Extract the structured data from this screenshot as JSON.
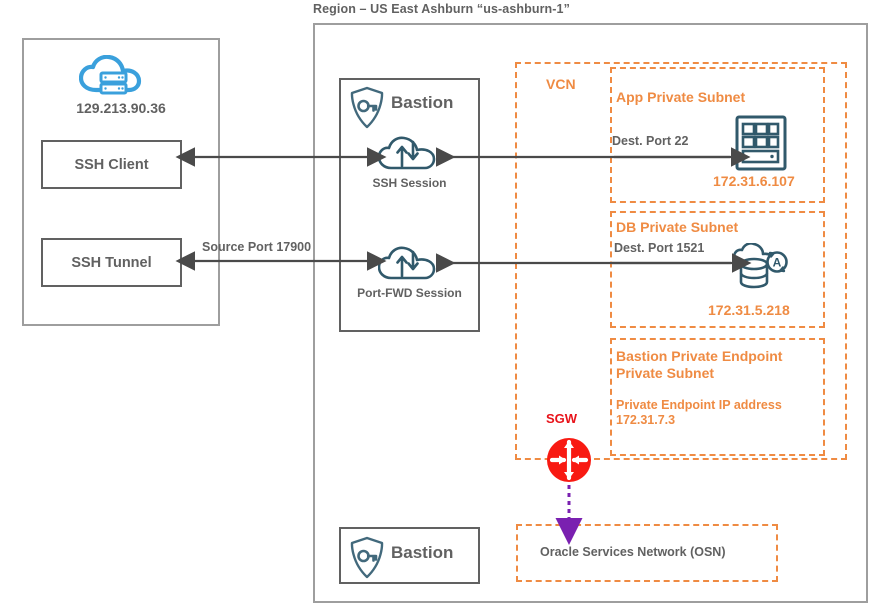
{
  "region": {
    "label": "Region – US East Ashburn “us-ashburn-1”"
  },
  "on_premises": {
    "public_ip": "129.213.90.36",
    "cloud_icon": "cloud-server-icon",
    "boxes": [
      {
        "label": "SSH Client"
      },
      {
        "label": "SSH Tunnel"
      }
    ]
  },
  "bastion_service": {
    "title": "Bastion",
    "icon": "shield-key-icon",
    "sessions": [
      {
        "label": "SSH Session",
        "icon": "cloud-session-icon"
      },
      {
        "label": "Port-FWD Session",
        "icon": "cloud-session-icon"
      }
    ],
    "footer_title": "Bastion"
  },
  "vcn": {
    "label": "VCN",
    "subnets": [
      {
        "title": "App Private Subnet",
        "icon": "compute-instance-icon",
        "ip": "172.31.6.107"
      },
      {
        "title": "DB Private Subnet",
        "icon": "autonomous-database-icon",
        "ip": "172.31.5.218"
      },
      {
        "title": "Bastion Private Endpoint Private Subnet",
        "subtitle": "Private Endpoint IP address 172.31.7.3"
      }
    ],
    "gateway": {
      "label": "SGW",
      "icon": "service-gateway-icon"
    }
  },
  "osn": {
    "label": "Oracle Services Network (OSN)"
  },
  "connections": {
    "source_port": "Source Port 17900",
    "dest_port_app": "Dest. Port 22",
    "dest_port_db": "Dest. Port 1521"
  },
  "colors": {
    "orange": "#ef8b43",
    "grey": "#616161",
    "teal": "#31596b",
    "blue": "#3aa0dc",
    "red": "#e8131a",
    "purple": "#7a20b0"
  }
}
